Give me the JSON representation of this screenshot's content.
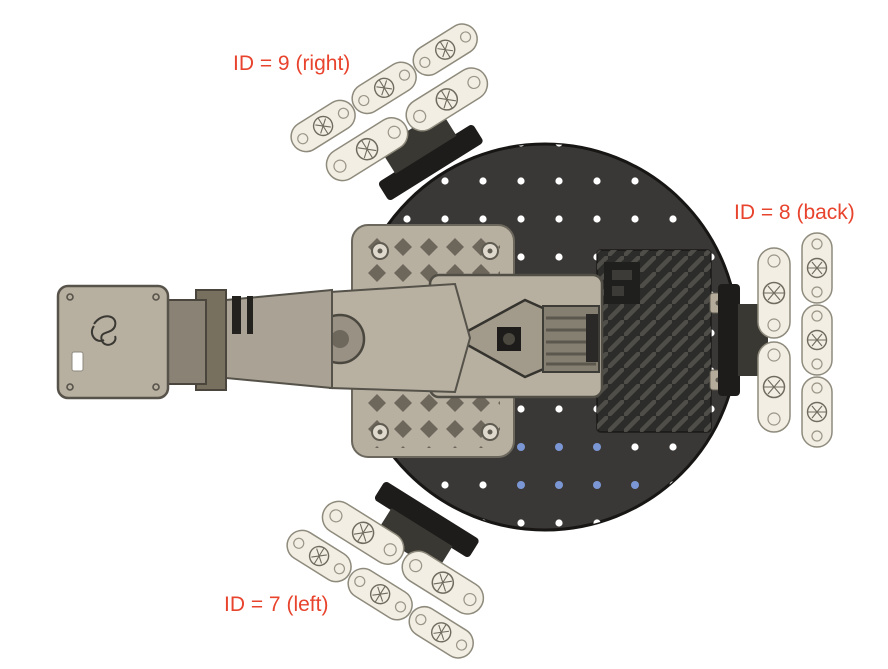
{
  "scene": {
    "title": "robot-top-view-wheel-id-diagram",
    "background": "#ffffff",
    "labels": {
      "wheel_right": "ID = 9 (right)",
      "wheel_back": "ID = 8 (back)",
      "wheel_left": "ID = 7 (left)"
    },
    "colors": {
      "annotation": "#e8432d",
      "plate": "#3a3836",
      "plate_edge": "#171614",
      "hole_white": "#ffffff",
      "hole_blue": "#7b96d4",
      "roller": "#f2eee3",
      "roller_edge": "#8e8a7c",
      "arm_beige": "#b7afa0",
      "hatch_panel": "#2c2c2a",
      "bracket_black": "#1d1c1a"
    }
  }
}
